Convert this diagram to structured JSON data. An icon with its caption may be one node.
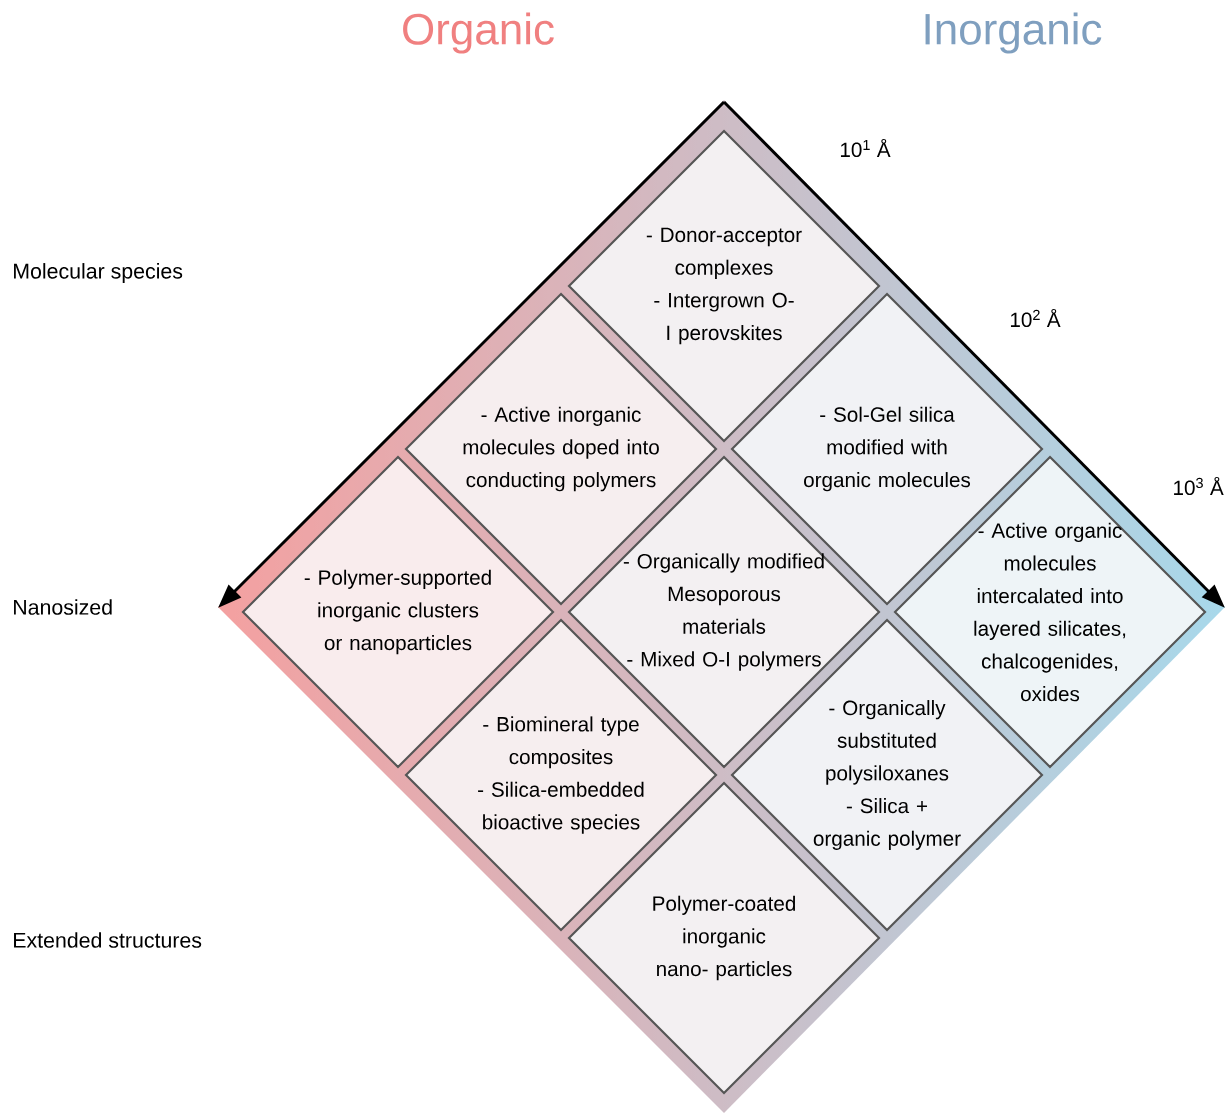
{
  "diagram": {
    "nodes": [
      {
        "text": [
          "- Donor-acceptor complexes",
          "- Intergrown O-I perovskites"
        ]
      },
      {
        "text": [
          "- Active inorganic molecules doped into conducting polymers"
        ]
      },
      {
        "text": [
          "- Sol-Gel silica modified with organic molecules"
        ]
      },
      {
        "text": [
          "- Polymer-supported inorganic clusters or nanoparticles"
        ]
      },
      {
        "text": [
          "- Organically modified Mesoporous materials",
          "- Mixed O-I polymers"
        ]
      },
      {
        "text": [
          "- Active organic molecules intercalated into layered silicates, chalcogenides, oxides"
        ]
      },
      {
        "text": [
          "- Biomineral type composites",
          "- Silica-embedded bioactive species"
        ]
      },
      {
        "text": [
          "- Organically substituted polysiloxanes",
          "- Silica + organic polymer"
        ]
      },
      {
        "text": [
          "Polymer-coated inorganic nano- particles"
        ]
      }
    ],
    "labels": [
      "Organic",
      "Inorganic",
      "10$^{1}$ Å",
      "Molecular species",
      "10$^{2}$ Å",
      "10$^{3}$ Å",
      "Nanosized",
      "Extended structures"
    ]
  }
}
